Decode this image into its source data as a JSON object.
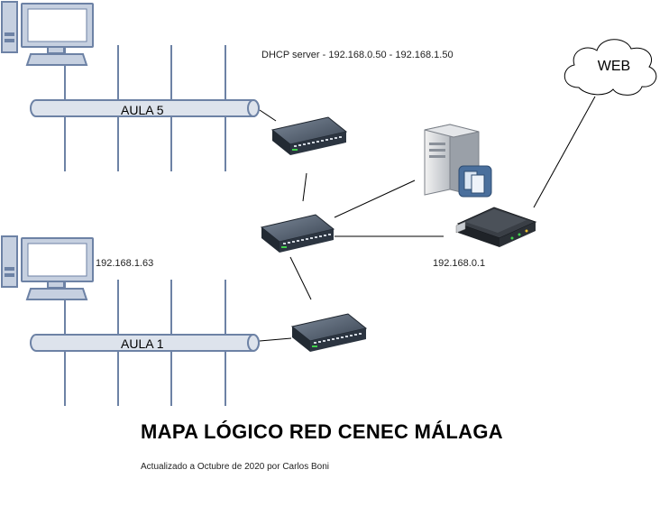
{
  "labels": {
    "dhcp": "DHCP server - 192.168.0.50 - 192.168.1.50",
    "aula5": "AULA 5",
    "aula1": "AULA 1",
    "ip_lan": "192.168.1.63",
    "ip_router": "192.168.0.1",
    "web": "WEB"
  },
  "title": "MAPA LÓGICO RED CENEC MÁLAGA",
  "subtitle": "Actualizado a Octubre de 2020 por Carlos Boni",
  "colors": {
    "bus_line": "#6d82a5",
    "bus_fill": "#dde3ec",
    "monitor_fill": "#c6d0e0",
    "monitor_stroke": "#6d82a5",
    "switch_body": "#2c3541",
    "link": "#000000"
  }
}
